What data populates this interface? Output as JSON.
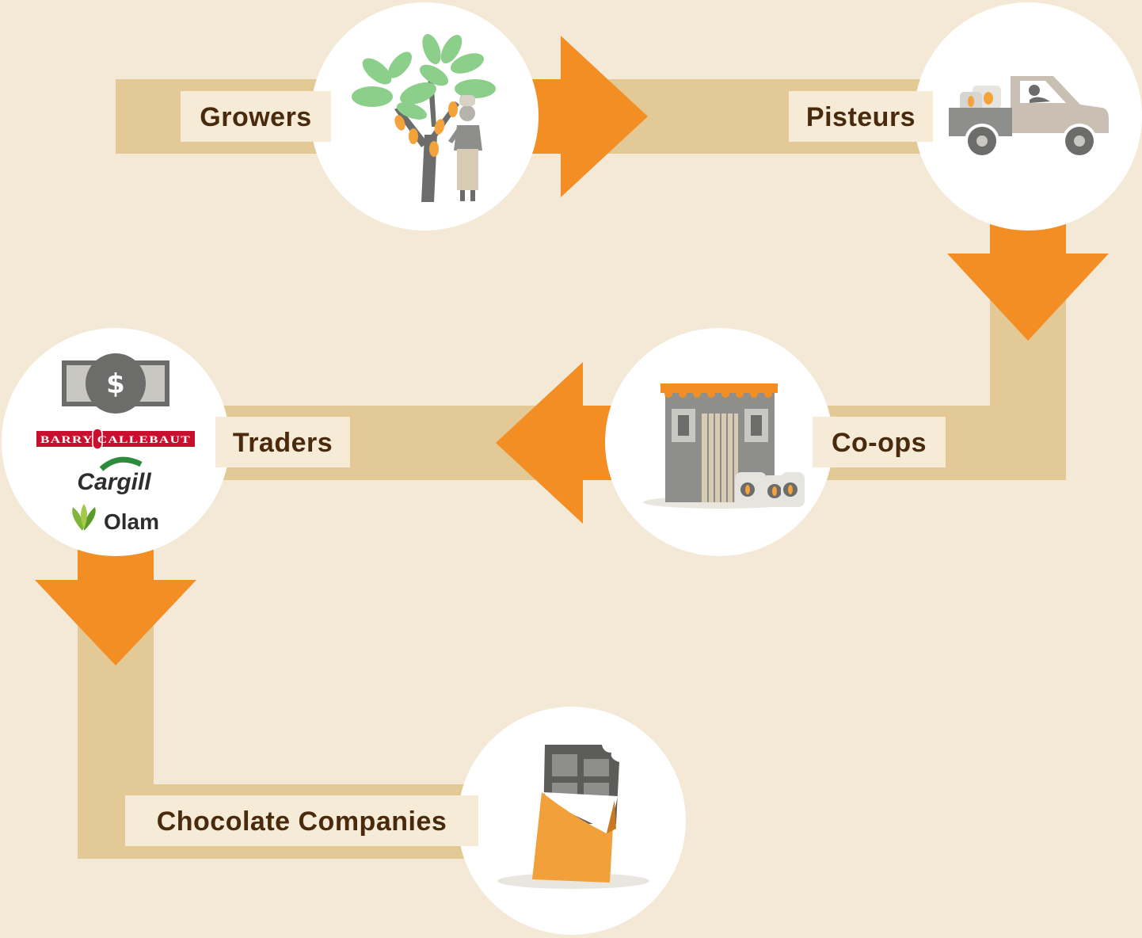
{
  "diagram": {
    "nodes": [
      {
        "id": "growers",
        "label": "Growers",
        "icon": "cocoa-tree-farmer-icon"
      },
      {
        "id": "pisteurs",
        "label": "Pisteurs",
        "icon": "pickup-truck-icon"
      },
      {
        "id": "coops",
        "label": "Co-ops",
        "icon": "warehouse-sacks-icon"
      },
      {
        "id": "traders",
        "label": "Traders",
        "icon": "money-bill-icon"
      },
      {
        "id": "chocolate",
        "label": "Chocolate Companies",
        "icon": "chocolate-bar-icon"
      }
    ],
    "flow": [
      "growers",
      "pisteurs",
      "coops",
      "traders",
      "chocolate"
    ],
    "trader_logos": {
      "dollar_sign": "$",
      "barry_callebaut": "BARRY CALLEBAUT",
      "cargill": "Cargill",
      "olam": "Olam"
    },
    "colors": {
      "background": "#f3e9d6",
      "path": "#e3c995",
      "arrow": "#f28e24",
      "label_box": "#f5ebd7",
      "label_text": "#4a2a0c"
    }
  }
}
